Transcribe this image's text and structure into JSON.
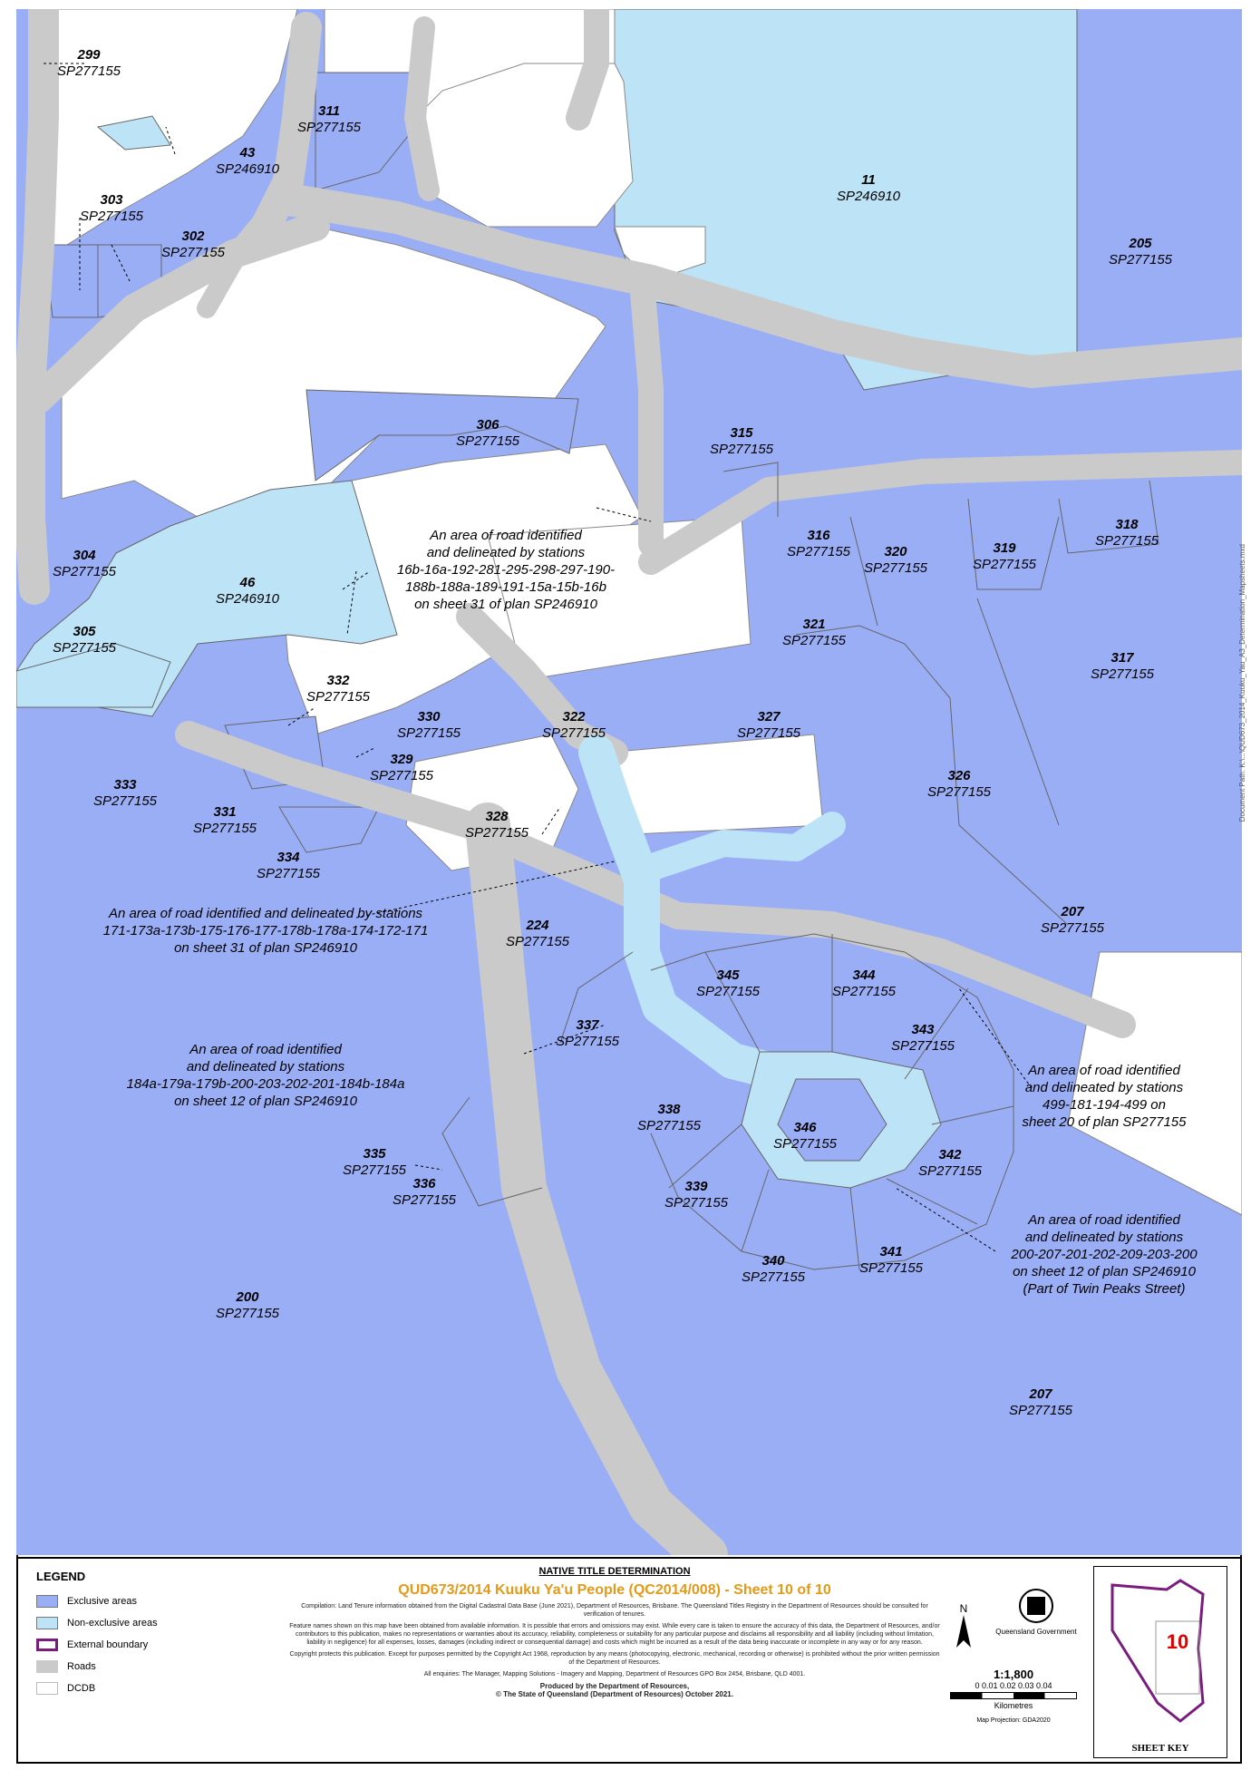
{
  "colors": {
    "exclusive": "#9aaef6",
    "non_exclusive": "#bde3f7",
    "road": "#cacaca",
    "dcdb": "#ffffff",
    "boundary": "#7b1b7e",
    "title_orange": "#e39a1a"
  },
  "parcels": [
    {
      "num": "299",
      "plan": "SP277155"
    },
    {
      "num": "311",
      "plan": "SP277155"
    },
    {
      "num": "43",
      "plan": "SP246910"
    },
    {
      "num": "303",
      "plan": "SP277155"
    },
    {
      "num": "302",
      "plan": "SP277155"
    },
    {
      "num": "11",
      "plan": "SP246910"
    },
    {
      "num": "205",
      "plan": "SP277155"
    },
    {
      "num": "306",
      "plan": "SP277155"
    },
    {
      "num": "315",
      "plan": "SP277155"
    },
    {
      "num": "316",
      "plan": "SP277155"
    },
    {
      "num": "318",
      "plan": "SP277155"
    },
    {
      "num": "319",
      "plan": "SP277155"
    },
    {
      "num": "320",
      "plan": "SP277155"
    },
    {
      "num": "304",
      "plan": "SP277155"
    },
    {
      "num": "46",
      "plan": "SP246910"
    },
    {
      "num": "305",
      "plan": "SP277155"
    },
    {
      "num": "321",
      "plan": "SP277155"
    },
    {
      "num": "317",
      "plan": "SP277155"
    },
    {
      "num": "332",
      "plan": "SP277155"
    },
    {
      "num": "330",
      "plan": "SP277155"
    },
    {
      "num": "322",
      "plan": "SP277155"
    },
    {
      "num": "327",
      "plan": "SP277155"
    },
    {
      "num": "329",
      "plan": "SP277155"
    },
    {
      "num": "326",
      "plan": "SP277155"
    },
    {
      "num": "333",
      "plan": "SP277155"
    },
    {
      "num": "331",
      "plan": "SP277155"
    },
    {
      "num": "328",
      "plan": "SP277155"
    },
    {
      "num": "334",
      "plan": "SP277155"
    },
    {
      "num": "207",
      "plan": "SP277155"
    },
    {
      "num": "224",
      "plan": "SP277155"
    },
    {
      "num": "345",
      "plan": "SP277155"
    },
    {
      "num": "344",
      "plan": "SP277155"
    },
    {
      "num": "343",
      "plan": "SP277155"
    },
    {
      "num": "337",
      "plan": "SP277155"
    },
    {
      "num": "338",
      "plan": "SP277155"
    },
    {
      "num": "346",
      "plan": "SP277155"
    },
    {
      "num": "342",
      "plan": "SP277155"
    },
    {
      "num": "335",
      "plan": "SP277155"
    },
    {
      "num": "336",
      "plan": "SP277155"
    },
    {
      "num": "339",
      "plan": "SP277155"
    },
    {
      "num": "340",
      "plan": "SP277155"
    },
    {
      "num": "341",
      "plan": "SP277155"
    },
    {
      "num": "200",
      "plan": "SP277155"
    },
    {
      "num": "207",
      "plan": "SP277155"
    }
  ],
  "notes": [
    [
      "An area of road identified",
      "and delineated by stations",
      "16b-16a-192-281-295-298-297-190-",
      "188b-188a-189-191-15a-15b-16b",
      "on sheet 31 of plan SP246910"
    ],
    [
      "An area of road identified and delineated by stations",
      "171-173a-173b-175-176-177-178b-178a-174-172-171",
      "on sheet 31 of plan SP246910"
    ],
    [
      "An area of road identified",
      "and delineated by stations",
      "184a-179a-179b-200-203-202-201-184b-184a",
      "on sheet 12 of plan SP246910"
    ],
    [
      "An area of road identified",
      "and delineated by stations",
      "499-181-194-499 on",
      "sheet 20 of plan SP277155"
    ],
    [
      "An area of road identified",
      "and delineated by stations",
      "200-207-201-202-209-203-200",
      "on sheet 12 of plan SP246910",
      "(Part of Twin Peaks Street)"
    ]
  ],
  "legend": {
    "title": "LEGEND",
    "items": [
      "Exclusive areas",
      "Non-exclusive areas",
      "External boundary",
      "Roads",
      "DCDB"
    ]
  },
  "footer": {
    "nt_title": "NATIVE TITLE DETERMINATION",
    "main_title": "QUD673/2014 Kuuku Ya'u People (QC2014/008) - Sheet 10 of 10",
    "compilation": "Compilation: Land Tenure information obtained from the Digital Cadastral Data Base (June 2021), Department of Resources, Brisbane. The Queensland Titles Registry in the Department of Resources should be consulted for verification of tenures.",
    "disclaimer": "Feature names shown on this map have been obtained from available information. It is possible that errors and omissions may exist. While every care is taken to ensure the accuracy of this data, the Department of Resources, and/or contributors to this publication, makes no representations or warranties about its accuracy, reliability, completeness or suitability for any particular purpose and disclaims all responsibility and all liability (including without limitation, liability in negligence) for all expenses, losses, damages (including indirect or consequential damage) and costs which might be incurred as a result of the data being inaccurate or incomplete in any way or for any reason.",
    "copyright": "Copyright protects this publication. Except for purposes permitted by the Copyright Act 1968, reproduction by any means (photocopying, electronic, mechanical, recording or otherwise) is prohibited without the prior written permission of the Department of Resources.",
    "enquiries": "All enquiries: The Manager, Mapping Solutions - Imagery and Mapping, Department of Resources GPO Box 2454, Brisbane, QLD 4001.",
    "produced": "Produced by the Department of Resources,",
    "state": "© The State of Queensland (Department of Resources) October 2021.",
    "north": "N",
    "gov_name": "Queensland Government",
    "scale": "1:1,800",
    "scale_ticks": "0  0.01 0.02 0.03 0.04",
    "scale_unit": "Kilometres",
    "projection": "Map Projection: GDA2020",
    "sheet_number": "10",
    "sheet_key": "SHEET KEY"
  },
  "side_path": "Document Path: K:\\...\\QUD673_2014_Kuuku_Yau_A3_Determination_Mapsheets.mxd"
}
